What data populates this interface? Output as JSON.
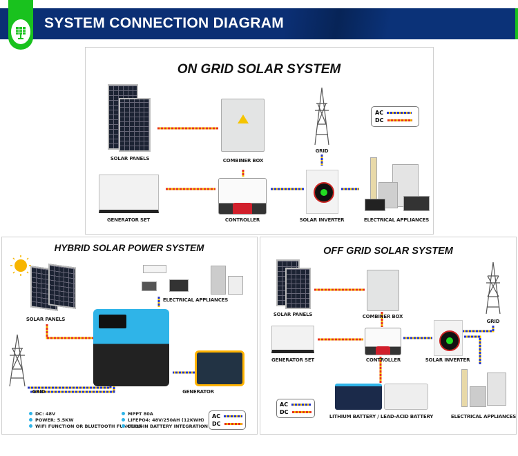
{
  "header": {
    "title": "SYSTEM CONNECTION DIAGRAM",
    "logo_icon": "solar-panel-logo-icon"
  },
  "colors": {
    "header_blue": "#0b2f74",
    "accent_green": "#19c21e",
    "ac_wire": "#2436c8",
    "dc_wire": "#e8321b",
    "wire_yellow": "#f2c200",
    "bullet": "#2fb4e8"
  },
  "legend": {
    "ac": "AC",
    "dc": "DC"
  },
  "on_grid": {
    "title": "ON GRID SOLAR SYSTEM",
    "labels": {
      "solar_panels": "SOLAR PANELS",
      "combiner_box": "COMBINER BOX",
      "grid": "GRID",
      "generator_set": "GENERATOR SET",
      "controller": "CONTROLLER",
      "solar_inverter": "SOLAR INVERTER",
      "electrical_appliances": "ELECTRICAL APPLIANCES"
    }
  },
  "hybrid": {
    "title": "HYBRID SOLAR POWER SYSTEM",
    "labels": {
      "solar_panels": "SOLAR PANELS",
      "electrical_appliances": "ELECTRICAL APPLIANCES",
      "grid": "GRID",
      "generator": "GENERATOR"
    },
    "features_left": [
      "DC: 48V",
      "POWER: 5.5KW",
      "WIFI FUNCTION OR BLUETOOTH FUNCTION"
    ],
    "features_right": [
      "MPPT 80A",
      "LIFEPO4: 48V/250AH (12KWH)",
      "BUILT-IN BATTERY INTEGRATION"
    ]
  },
  "off_grid": {
    "title": "OFF GRID SOLAR SYSTEM",
    "labels": {
      "solar_panels": "SOLAR PANELS",
      "combiner_box": "COMBINER BOX",
      "grid": "GRID",
      "generator_set": "GENERATOR SET",
      "controller": "CONTROLLER",
      "solar_inverter": "SOLAR INVERTER",
      "battery": "LITHIUM BATTERY / LEAD-ACID BATTERY",
      "electrical_appliances": "ELECTRICAL APPLIANCES"
    }
  }
}
